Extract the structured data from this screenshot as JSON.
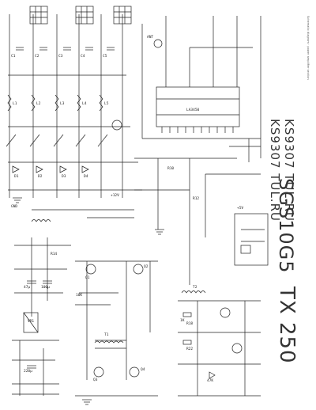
{
  "model": "TX 250",
  "model_code": "SGS10G5",
  "board_top": "KS9307 TUL.RU",
  "board_bottom": "KS9307 TUL.RU",
  "side_note": "Schematic diagram · power amplifier section",
  "ic_label": "LA3450",
  "labels": {
    "c1": "C1",
    "c2": "C2",
    "c3": "C3",
    "c4": "C4",
    "c5": "C5",
    "l1": "L1",
    "l2": "L2",
    "l3": "L3",
    "l4": "L4",
    "l5": "L5",
    "d1": "D1",
    "d2": "D2",
    "d3": "D3",
    "d4": "D4",
    "r10": "R10",
    "r12": "R12",
    "r14": "R14",
    "r18": "R18",
    "r22": "R22",
    "q1": "Q1",
    "q2": "Q2",
    "q3": "Q3",
    "q4": "Q4",
    "t1": "T1",
    "t2": "T2",
    "vr1": "VR1",
    "ant": "ANT",
    "gnd": "GND",
    "v12": "+12V",
    "v5": "+5V",
    "c47": "47µ",
    "c100": "100µ",
    "c220": "220µ",
    "r1k": "1K",
    "r10k": "10K",
    "r47k": "47K"
  }
}
